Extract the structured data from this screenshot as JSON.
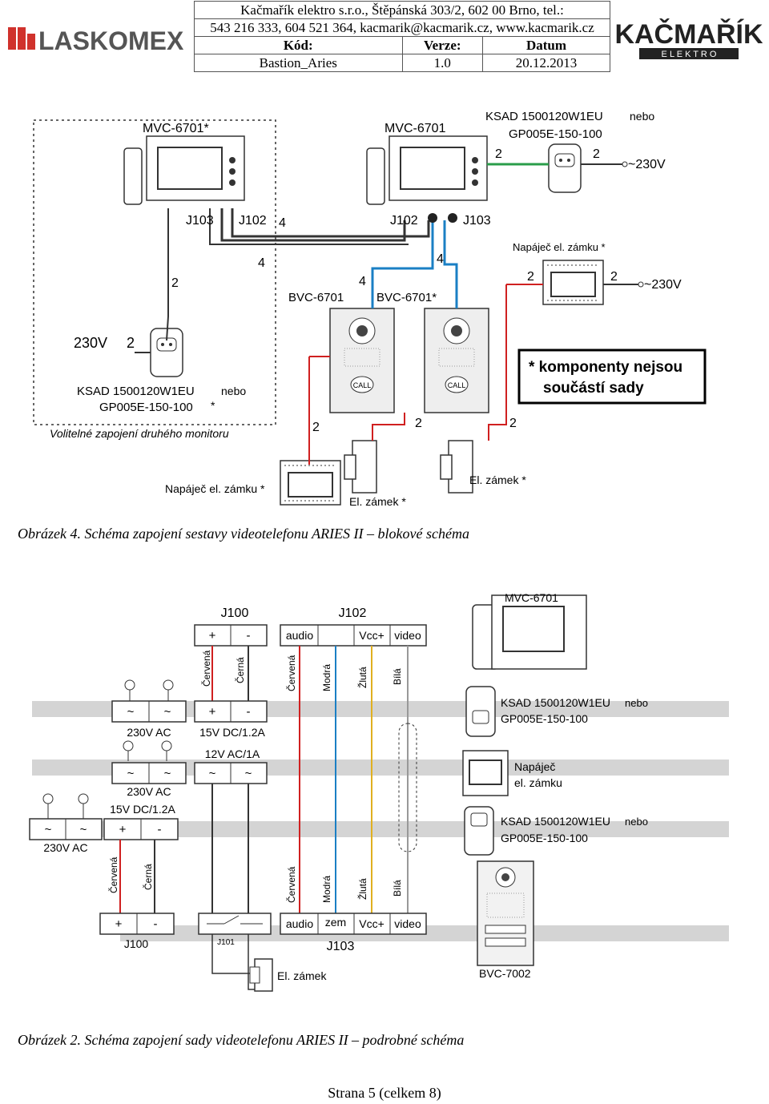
{
  "header": {
    "logo_left": "LASKOMEX",
    "logo_right": "KAČMAŘÍK",
    "logo_right_sub": "E L E K T R O",
    "company_line1": "Kačmařík elektro s.r.o., Štěpánská 303/2, 602 00  Brno, tel.:",
    "company_line2": "543 216 333, 604 521 364, kacmarik@kacmarik.cz, www.kacmarik.cz",
    "col_code": "Kód:",
    "col_version": "Verze:",
    "col_date": "Datum",
    "code": "Bastion_Aries",
    "version": "1.0",
    "date": "20.12.2013"
  },
  "diagram1": {
    "mvc_opt": "MVC-6701*",
    "mvc": "MVC-6701",
    "ksad_top": "KSAD 1500120W1EU",
    "nebo": "nebo",
    "gp_top": "GP005E-150-100",
    "ac_top": "~230V",
    "ac_mid": "~230V",
    "j103_l": "J103",
    "j102_l": "J102",
    "j102_r": "J102",
    "j103_r": "J103",
    "n2": "2",
    "n4": "4",
    "napajec_top": "Napáječ el. zámku *",
    "bvc1": "BVC-6701",
    "bvc2": "BVC-6701*",
    "v230": "230V",
    "ksad_left": "KSAD 1500120W1EU",
    "gp_left": "GP005E-150-100",
    "star": "*",
    "note_line1": "* komponenty nejsou",
    "note_line2": "součástí sady",
    "optional": "Volitelné zapojení druhého monitoru",
    "call": "CALL",
    "napajec_bottom": "Napáječ el. zámku *",
    "zamek_bottom": "El. zámek *",
    "zamek_right": "El. zámek *"
  },
  "caption1": "Obrázek 4. Schéma zapojení sestavy videotelefonu ARIES II – blokové schéma",
  "diagram2": {
    "j100_top": "J100",
    "j102_top": "J102",
    "mvc": "MVC-6701",
    "plus": "+",
    "minus": "-",
    "tilde": "~",
    "audio": "audio",
    "vcc": "Vcc+",
    "video": "video",
    "zem": "zem",
    "cervena": "Červená",
    "cerna": "Černá",
    "modra": "Modrá",
    "zluta": "Žlutá",
    "bila": "Bílá",
    "ac230": "230V AC",
    "dc15": "15V DC/1.2A",
    "ac12": "12V AC/1A",
    "ksad1": "KSAD 1500120W1EU",
    "gp1": "GP005E-150-100",
    "nebo": "nebo",
    "napajec_l1": "Napáječ",
    "napajec_l2": "el. zámku",
    "ksad2": "KSAD 1500120W1EU",
    "gp2": "GP005E-150-100",
    "j100_bottom": "J100",
    "j101": "J101",
    "j103": "J103",
    "zamek": "El. zámek",
    "bvc": "BVC-7002"
  },
  "caption2": "Obrázek 2. Schéma zapojení sady videotelefonu ARIES II – podrobné schéma",
  "footer": "Strana 5 (celkem 8)"
}
